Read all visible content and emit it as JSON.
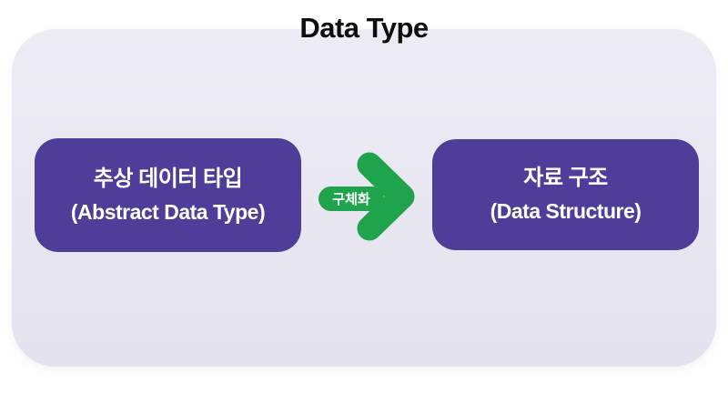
{
  "title": "Data Type",
  "diagram": {
    "left_box": {
      "line1": "추상 데이터 타입",
      "line2": "(Abstract Data Type)"
    },
    "right_box": {
      "line1": "자료 구조",
      "line2": "(Data Structure)"
    },
    "arrow": {
      "label": "구체화",
      "direction": "right"
    }
  },
  "colors": {
    "box_purple": "#4e3d99",
    "arrow_green": "#1fa34c",
    "panel_top": "#edebf4",
    "panel_bottom": "#e4e2ee",
    "title_color": "#0e0e0e",
    "box_text": "#ffffff"
  }
}
